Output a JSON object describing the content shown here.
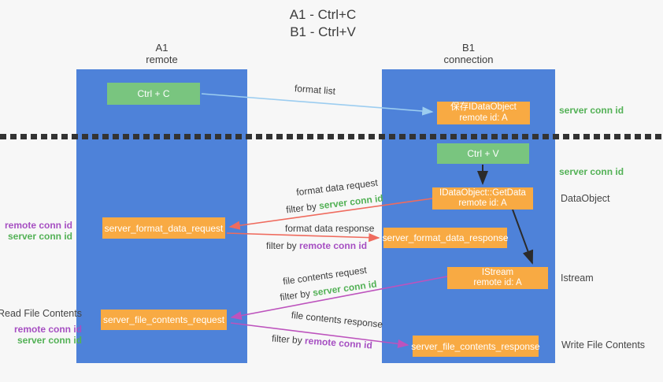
{
  "title": {
    "line1": "A1 - Ctrl+C",
    "line2": "B1 - Ctrl+V"
  },
  "lanes": {
    "a1": {
      "name": "A1",
      "role": "remote"
    },
    "b1": {
      "name": "B1",
      "role": "connection"
    }
  },
  "nodes": {
    "ctrl_c": {
      "label": "Ctrl + C"
    },
    "save_dataobject": {
      "line1": "保存IDataObject",
      "line2": "remote id: A"
    },
    "ctrl_v": {
      "label": "Ctrl + V"
    },
    "getdata": {
      "line1": "IDataObject::GetData",
      "line2": "remote id: A"
    },
    "format_request": {
      "label": "server_format_data_request"
    },
    "format_response": {
      "label": "server_format_data_response"
    },
    "istream": {
      "line1": "IStream",
      "line2": "remote id: A"
    },
    "file_request": {
      "label": "server_file_contents_request"
    },
    "file_response": {
      "label": "server_file_contents_response"
    }
  },
  "edges": {
    "format_list": {
      "label": "format list"
    },
    "format_data_request": {
      "label": "format data request",
      "filter_prefix": "filter by",
      "filter_key": "server conn id"
    },
    "format_data_response": {
      "label": "format data response",
      "filter_prefix": "filter by",
      "filter_key": "remote conn id"
    },
    "file_contents_request": {
      "label": "file contents request",
      "filter_prefix": "filter by",
      "filter_key": "server conn id"
    },
    "file_contents_response": {
      "label": "file contents response",
      "filter_prefix": "filter by",
      "filter_key": "remote conn id"
    }
  },
  "side_notes": {
    "right": {
      "server_conn_id_top": "server conn id",
      "server_conn_id_mid": "server conn id",
      "dataobject": "DataObject",
      "istream": "Istream",
      "write_file_contents": "Write File Contents"
    },
    "left": {
      "format_remote_conn_id": "remote conn id",
      "format_server_conn_id": "server conn id",
      "read_file_contents": "Read File Contents",
      "file_remote_conn_id": "remote conn id",
      "file_server_conn_id": "server conn id"
    }
  },
  "colors": {
    "lane_fill": "#4e82d9",
    "action_fill": "#79c57f",
    "message_fill": "#f8aa43",
    "server_conn_id_text": "#53b156",
    "remote_conn_id_text": "#a64fc2",
    "arrow_format_list": "#9ccdf0",
    "arrow_format_data": "#ef6b5e",
    "arrow_file_contents": "#bd53bd",
    "arrow_plain": "#2b2b2b",
    "text_dark": "#3c3c3c",
    "background": "#f7f7f7"
  }
}
